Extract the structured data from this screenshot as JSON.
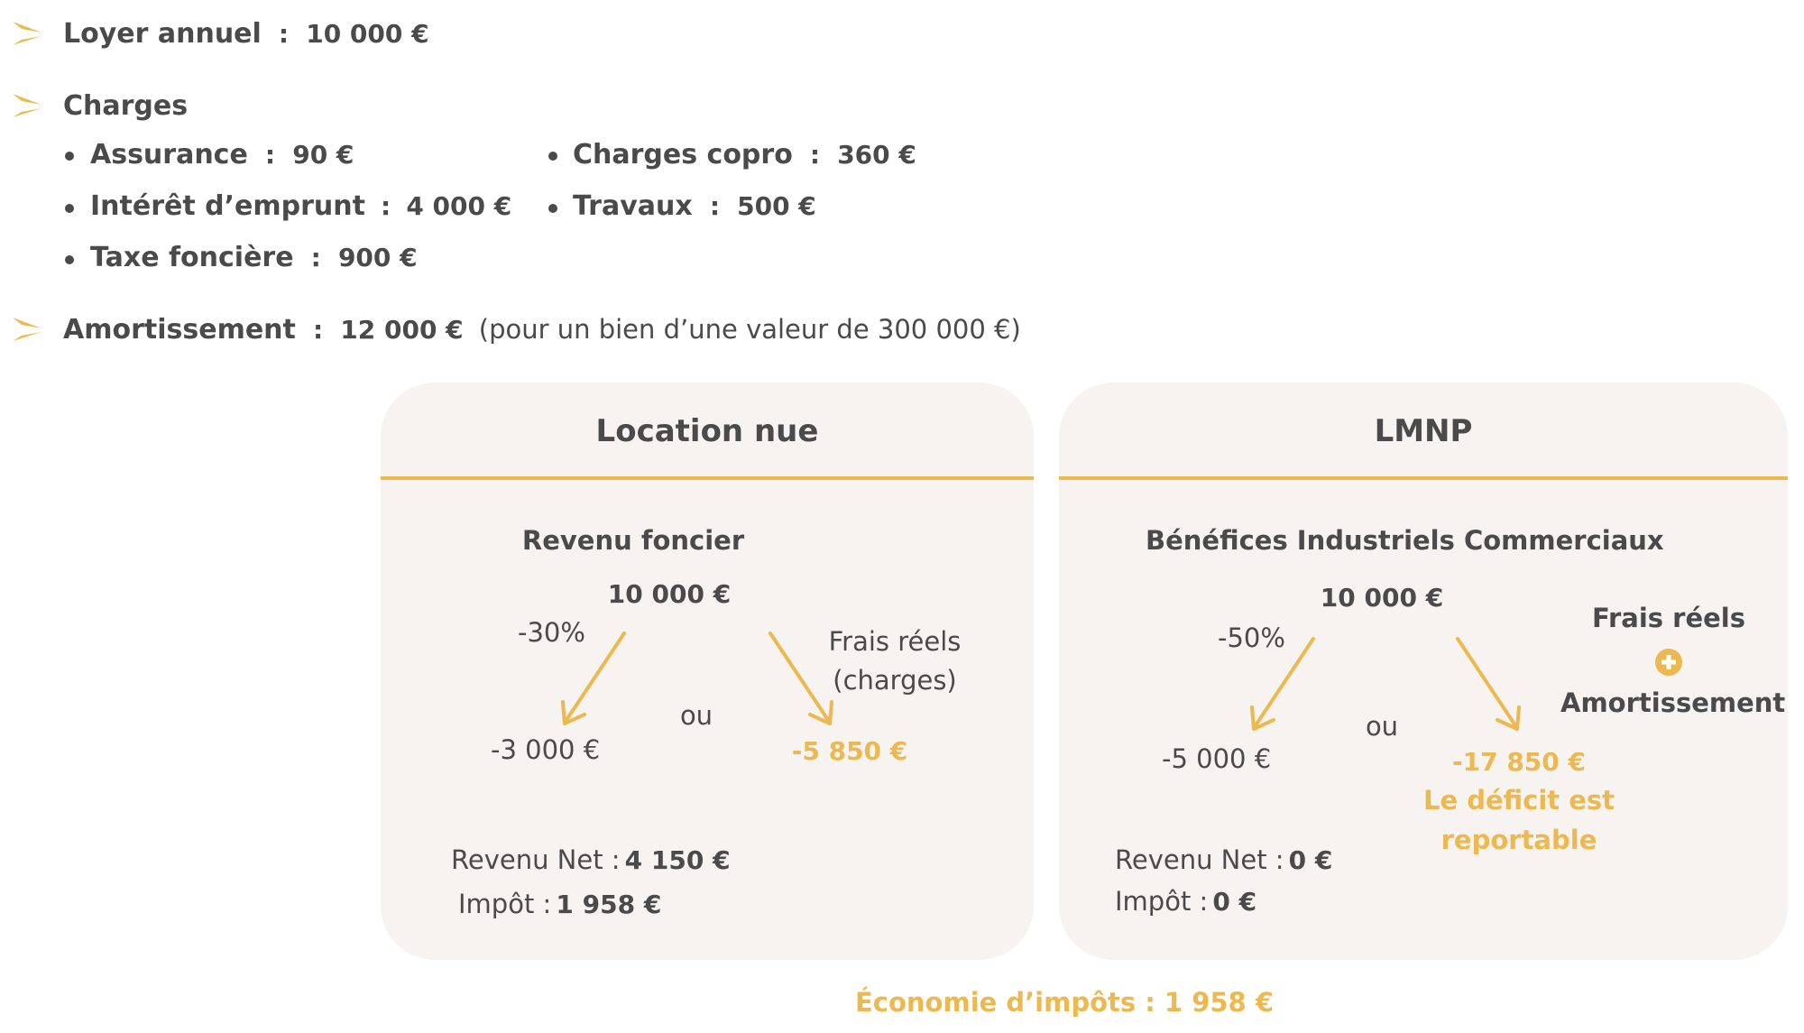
{
  "loyer": {
    "label": "Loyer annuel",
    "value": "10 000 €"
  },
  "charges": {
    "label": "Charges",
    "items_left": [
      {
        "label": "Assurance",
        "value": "90 €"
      },
      {
        "label": "Intérêt d’emprunt",
        "value": "4 000 €"
      },
      {
        "label": "Taxe foncière",
        "value": "900 €"
      }
    ],
    "items_right": [
      {
        "label": "Charges copro",
        "value": "360 €"
      },
      {
        "label": "Travaux",
        "value": "500 €"
      }
    ]
  },
  "amortissement": {
    "label": "Amortissement",
    "value": "12 000 €",
    "note": "(pour un bien d’une valeur de 300 000 €)"
  },
  "separator": ":",
  "nue": {
    "title": "Location nue",
    "subtitle": "Revenu foncier",
    "amount": "10 000 €",
    "left_pct": "-30%",
    "left_result": "-3 000 €",
    "or": "ou",
    "right_label_1": "Frais réels",
    "right_label_2": "(charges)",
    "right_result": "-5 850 €",
    "net_label": "Revenu Net :",
    "net_value": "4 150 €",
    "tax_label": "Impôt :",
    "tax_value": "1 958 €"
  },
  "lmnp": {
    "title": "LMNP",
    "subtitle": "Bénéfices Industriels Commerciaux",
    "amount": "10 000 €",
    "left_pct": "-50%",
    "left_result": "-5 000 €",
    "or": "ou",
    "right_label_1": "Frais réels",
    "right_label_2": "Amortissement",
    "right_result": "-17 850 €",
    "deficit_1": "Le déficit est",
    "deficit_2": "reportable",
    "net_label": "Revenu Net :",
    "net_value": "0 €",
    "tax_label": "Impôt :",
    "tax_value": "0 €"
  },
  "economie": "Économie d’impôts : 1 958 €",
  "colors": {
    "accent": "#ecb84f",
    "text": "#4a4a4a",
    "card": "#f6f3f0"
  }
}
